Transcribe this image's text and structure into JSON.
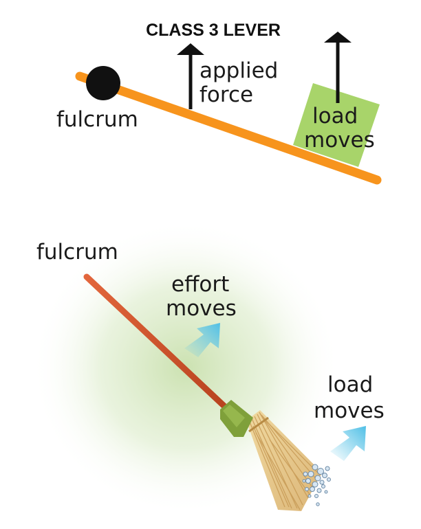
{
  "title": "CLASS 3 LEVER",
  "lever": {
    "fulcrum_label": "fulcrum",
    "force_label_line1": "applied",
    "force_label_line2": "force",
    "load_label_line1": "load",
    "load_label_line2": "moves"
  },
  "broom": {
    "fulcrum_label": "fulcrum",
    "effort_label_line1": "effort",
    "effort_label_line2": "moves",
    "load_label_line1": "load",
    "load_label_line2": "moves"
  },
  "colors": {
    "lever_bar": "#f7941d",
    "load_box": "#a8d46a",
    "fulcrum_ball": "#111111",
    "arrow_dark": "#111111",
    "broom_handle": "#d8552e",
    "broom_ferrule": "#7fa03a",
    "broom_bristles": "#e8c987",
    "motion_arrow": "#5ac4e6",
    "glow": "#cfe3b8"
  }
}
